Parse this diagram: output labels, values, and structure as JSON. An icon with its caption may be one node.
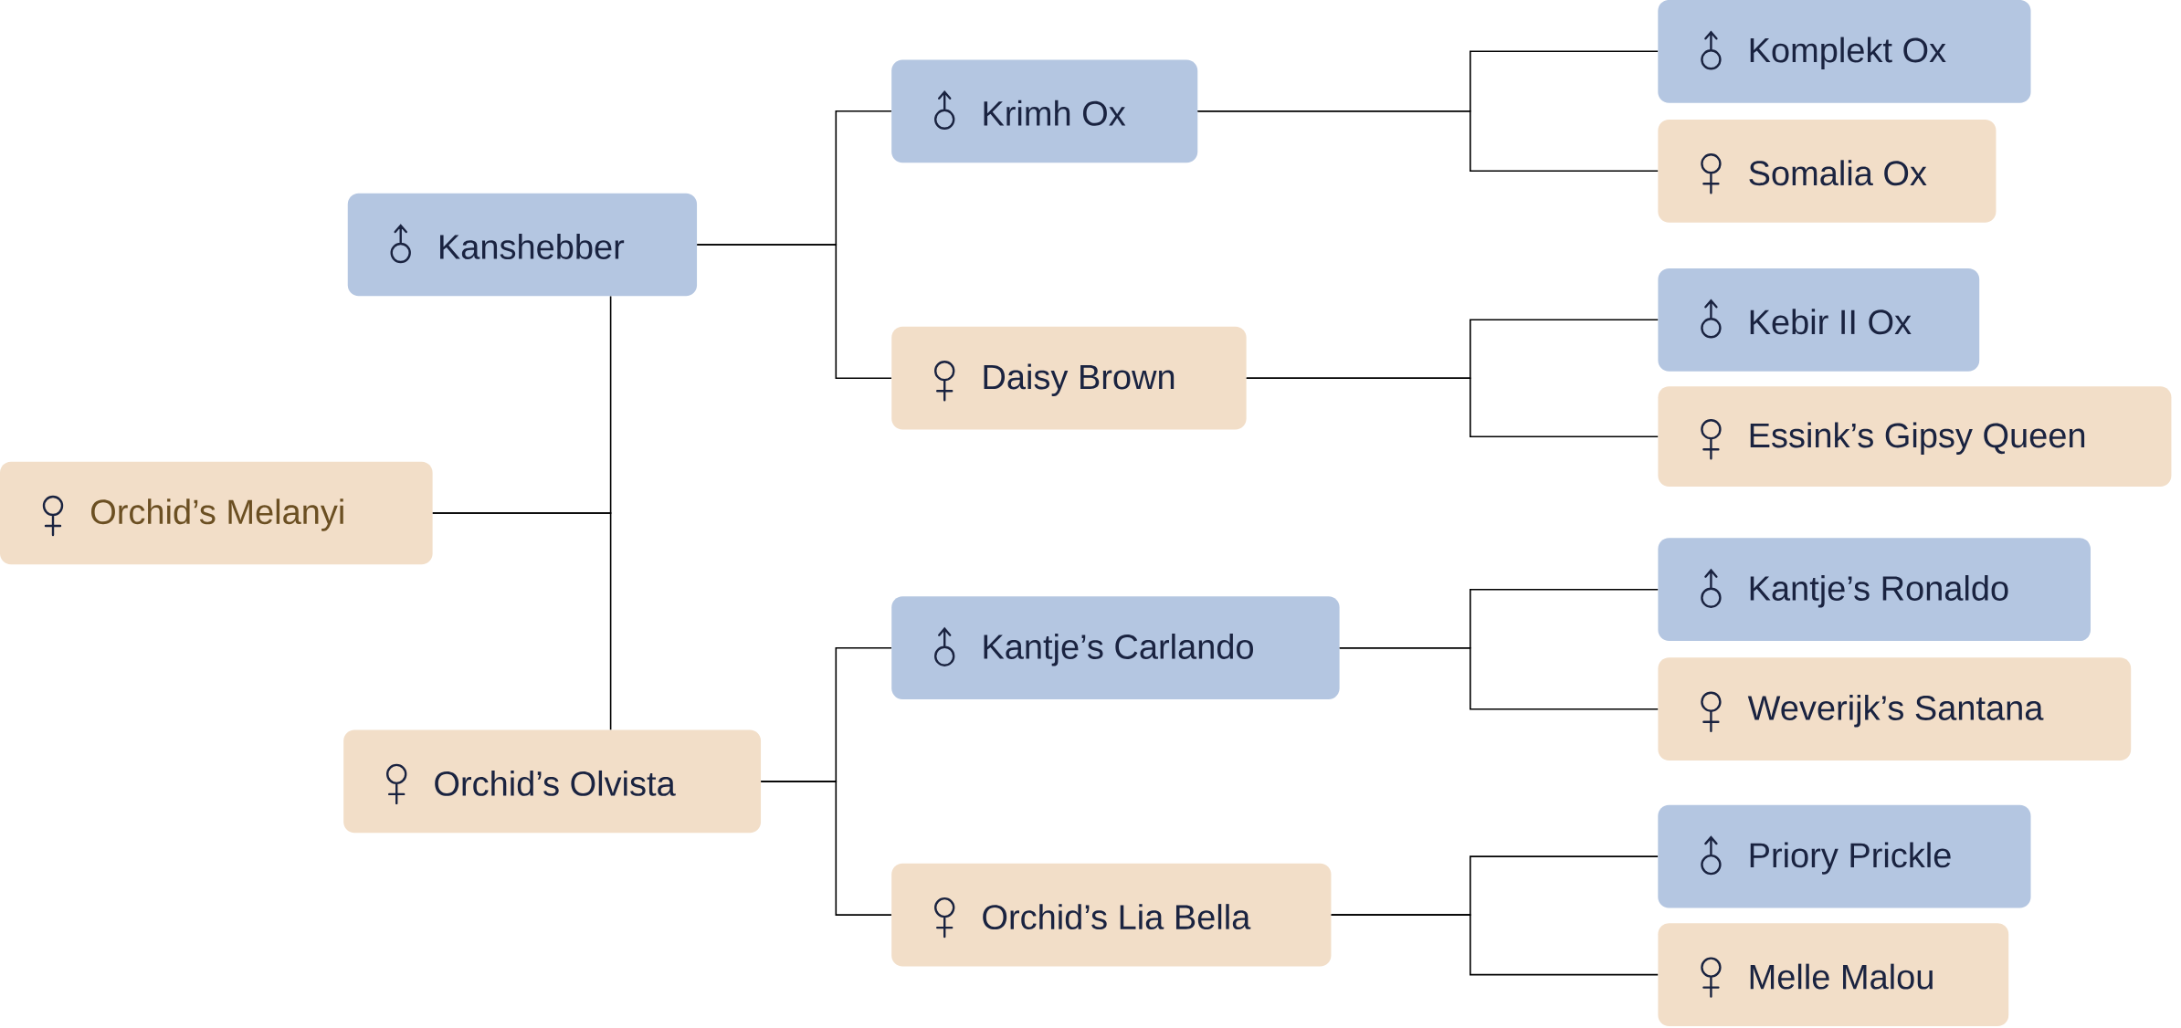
{
  "diagram": {
    "nodes": [
      {
        "text": [
          "Orchid’s Melanyi"
        ]
      },
      {
        "text": [
          "Kanshebber"
        ]
      },
      {
        "text": [
          "Orchid’s Olvista"
        ]
      },
      {
        "text": [
          "Krimh Ox"
        ]
      },
      {
        "text": [
          "Daisy Brown"
        ]
      },
      {
        "text": [
          "Kantje’s Carlando"
        ]
      },
      {
        "text": [
          "Orchid’s Lia Bella"
        ]
      },
      {
        "text": [
          "Komplekt Ox"
        ]
      },
      {
        "text": [
          "Somalia Ox"
        ]
      },
      {
        "text": [
          "Kebir II Ox"
        ]
      },
      {
        "text": [
          "Essink’s Gipsy Queen"
        ]
      },
      {
        "text": [
          "Kantje’s Ronaldo"
        ]
      },
      {
        "text": [
          "Weverijk’s Santana"
        ]
      },
      {
        "text": [
          "Priory Prickle"
        ]
      },
      {
        "text": [
          "Melle Malou"
        ]
      }
    ],
    "edges": [
      {
        "from": 0,
        "to": 1,
        "arrow": "none"
      },
      {
        "from": 0,
        "to": 2,
        "arrow": "none"
      },
      {
        "from": 1,
        "to": 3,
        "arrow": "none"
      },
      {
        "from": 1,
        "to": 4,
        "arrow": "none"
      },
      {
        "from": 2,
        "to": 5,
        "arrow": "none"
      },
      {
        "from": 2,
        "to": 6,
        "arrow": "none"
      },
      {
        "from": 3,
        "to": 7,
        "arrow": "none"
      },
      {
        "from": 3,
        "to": 8,
        "arrow": "none"
      },
      {
        "from": 4,
        "to": 9,
        "arrow": "none"
      },
      {
        "from": 4,
        "to": 10,
        "arrow": "none"
      },
      {
        "from": 5,
        "to": 11,
        "arrow": "none"
      },
      {
        "from": 5,
        "to": 12,
        "arrow": "none"
      },
      {
        "from": 6,
        "to": 13,
        "arrow": "none"
      },
      {
        "from": 6,
        "to": 14,
        "arrow": "none"
      }
    ]
  }
}
